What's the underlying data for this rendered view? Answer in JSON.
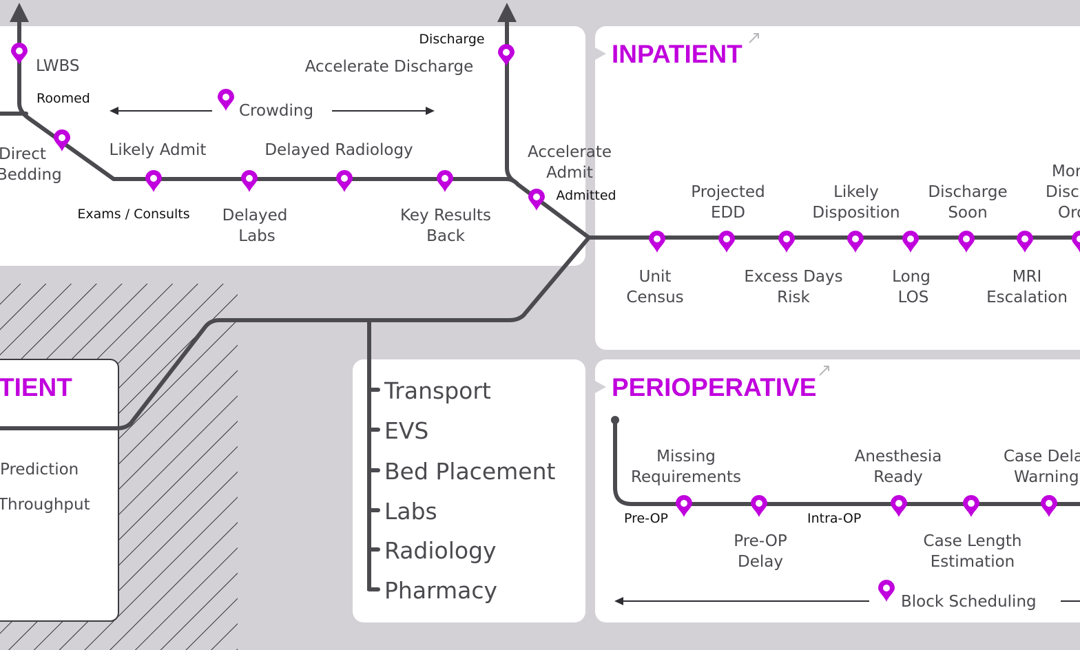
{
  "colors": {
    "accent": "#c000dd",
    "line": "#4a4a4f",
    "panel": "#ffffff",
    "background": "#d3d1d6"
  },
  "emergency": {
    "exit_lwbs": "LWBS",
    "roomed": "Roomed",
    "crowding": "Crowding",
    "direct_bedding": [
      "Direct",
      "Bedding"
    ],
    "likely_admit": "Likely Admit",
    "delayed_radiology": "Delayed Radiology",
    "exams_consults": "Exams / Consults",
    "delayed_labs": [
      "Delayed",
      "Labs"
    ],
    "key_results_back": [
      "Key Results",
      "Back"
    ],
    "discharge": "Discharge",
    "accelerate_discharge": "Accelerate Discharge",
    "accelerate_admit": [
      "Accelerate",
      "Admit"
    ],
    "admitted": "Admitted"
  },
  "inpatient": {
    "title": "INPATIENT",
    "top_labels": [
      [
        "Projected",
        "EDD"
      ],
      [
        "Likely",
        "Disposition"
      ],
      [
        "Discharge",
        "Soon"
      ],
      [
        "Mor",
        "Disc",
        "Ord"
      ]
    ],
    "bottom_labels": [
      [
        "Unit",
        "Census"
      ],
      [
        "Excess Days",
        "Risk"
      ],
      [
        "Long",
        "LOS"
      ],
      [
        "MRI",
        "Escalation"
      ]
    ]
  },
  "outpatient": {
    "title": "TIENT",
    "items": [
      "Prediction",
      "Throughput"
    ]
  },
  "services": {
    "items": [
      "Transport",
      "EVS",
      "Bed Placement",
      "Labs",
      "Radiology",
      "Pharmacy"
    ]
  },
  "perioperative": {
    "title": "PERIOPERATIVE",
    "top_labels": [
      [
        "Missing",
        "Requirements"
      ],
      [
        "Anesthesia",
        "Ready"
      ],
      [
        "Case Dela",
        "Warning"
      ]
    ],
    "bottom_labels": [
      [
        "Pre-OP",
        "Delay"
      ],
      [
        "Case Length",
        "Estimation"
      ]
    ],
    "stage_pre_op": "Pre-OP",
    "stage_intra_op": "Intra-OP",
    "block_scheduling": "Block Scheduling"
  }
}
